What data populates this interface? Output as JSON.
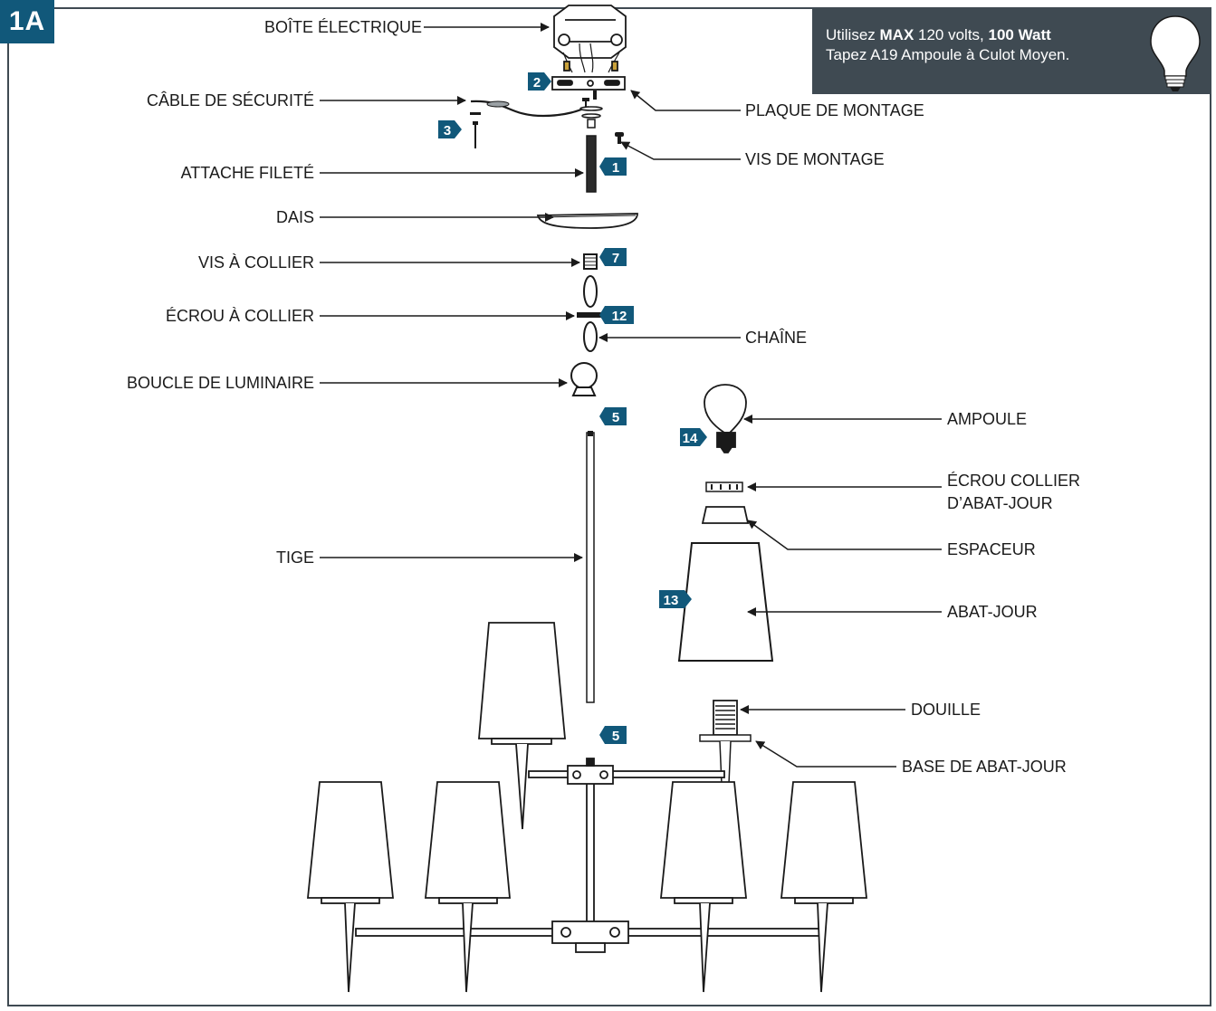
{
  "step": "1A",
  "warning": {
    "line1_prefix": "Utilisez ",
    "max": "MAX",
    "line1_mid": " 120 volts, ",
    "watt": "100 Watt",
    "line2": "Tapez A19 Ampoule à Culot Moyen."
  },
  "labels": {
    "boite": "BOÎTE ÉLECTRIQUE",
    "cable": "CÂBLE DE SÉCURITÉ",
    "plaque": "PLAQUE DE MONTAGE",
    "vis_montage": "VIS DE MONTAGE",
    "attache": "ATTACHE FILETÉ",
    "dais": "DAIS",
    "vis_collier": "VIS À COLLIER",
    "ecrou_collier": "ÉCROU À COLLIER",
    "chaine": "CHAÎNE",
    "boucle": "BOUCLE DE LUMINAIRE",
    "ampoule": "AMPOULE",
    "ecrou_abat_1": "ÉCROU COLLIER",
    "ecrou_abat_2": "D’ABAT-JOUR",
    "espaceur": "ESPACEUR",
    "tige": "TIGE",
    "abat_jour": "ABAT-JOUR",
    "douille": "DOUILLE",
    "base_abat": "BASE DE ABAT-JOUR"
  },
  "tags": {
    "t1": "1",
    "t2": "2",
    "t3": "3",
    "t5a": "5",
    "t5b": "5",
    "t7": "7",
    "t12": "12",
    "t13": "13",
    "t14": "14"
  },
  "colors": {
    "badge": "#11587a",
    "panel": "#3f4a52",
    "line": "#1a1a1a"
  }
}
